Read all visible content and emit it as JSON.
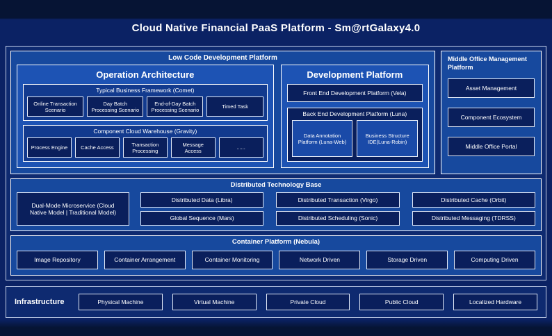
{
  "title": "Cloud Native Financial PaaS Platform - Sm@rtGalaxy4.0",
  "colors": {
    "page_background": "#0b2264",
    "frame_background": "#0e2a70",
    "section_background": "#17499e",
    "node_background": "#0a1f5c",
    "border": "#ffffff",
    "text": "#ffffff"
  },
  "low_code": {
    "title": "Low Code Development Platform",
    "operation_architecture": {
      "title": "Operation Architecture",
      "comet": {
        "title": "Typical Business Framework (Comet)",
        "items": [
          "Online Transaction Scenario",
          "Day Batch Processing Scenario",
          "End-of-Day Batch Processing Scenario",
          "Timed Task"
        ]
      },
      "gravity": {
        "title": "Component Cloud Warehouse (Gravity)",
        "items": [
          "Process Engine",
          "Cache Access",
          "Transaction Processing",
          "Message Access",
          "......"
        ]
      }
    },
    "development_platform": {
      "title": "Development Platform",
      "front_end": "Front End Development Platform (Vela)",
      "back_end": {
        "title": "Back End Development Platform (Luna)",
        "items": [
          "Data Annotation Platform (Luna-Web)",
          "Business Structure IDE(Luna-Robin)"
        ]
      }
    }
  },
  "middle_office": {
    "title": "Middle Office Management Platform",
    "items": [
      "Asset Management",
      "Component Ecosystem",
      "Middle Office Portal"
    ]
  },
  "distributed_base": {
    "title": "Distributed Technology Base",
    "dual_mode": "Dual-Mode Microservice (Cloud Native Model | Traditional Model)",
    "row1": [
      "Distributed Data (Libra)",
      "Distributed Transaction (Virgo)",
      "Distributed Cache (Orbit)"
    ],
    "row2": [
      "Global Sequence (Mars)",
      "Distributed Scheduling (Sonic)",
      "Distributed Messaging (TDRSS)"
    ]
  },
  "container_platform": {
    "title": "Container Platform (Nebula)",
    "items": [
      "Image Repository",
      "Container Arrangement",
      "Container Monitoring",
      "Network Driven",
      "Storage Driven",
      "Computing Driven"
    ]
  },
  "infrastructure": {
    "title": "Infrastructure",
    "items": [
      "Physical Machine",
      "Virtual Machine",
      "Private Cloud",
      "Public Cloud",
      "Localized Hardware"
    ]
  }
}
